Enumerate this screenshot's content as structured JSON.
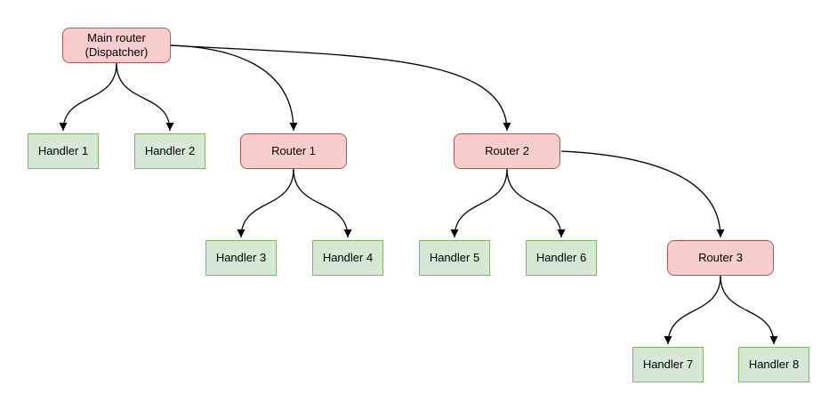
{
  "diagram": {
    "kind": "router-dispatch-tree",
    "colors": {
      "router_fill": "#f8cecc",
      "router_border": "#b85450",
      "handler_fill": "#d5e8d4",
      "handler_border": "#82b366",
      "edge": "#000000",
      "background": "#ffffff",
      "text": "#000000"
    },
    "nodes": {
      "main": {
        "label": "Main router\n(Dispatcher)",
        "type": "router"
      },
      "handler1": {
        "label": "Handler 1",
        "type": "handler"
      },
      "handler2": {
        "label": "Handler 2",
        "type": "handler"
      },
      "router1": {
        "label": "Router 1",
        "type": "router"
      },
      "router2": {
        "label": "Router 2",
        "type": "router"
      },
      "handler3": {
        "label": "Handler 3",
        "type": "handler"
      },
      "handler4": {
        "label": "Handler 4",
        "type": "handler"
      },
      "handler5": {
        "label": "Handler 5",
        "type": "handler"
      },
      "handler6": {
        "label": "Handler 6",
        "type": "handler"
      },
      "router3": {
        "label": "Router 3",
        "type": "router"
      },
      "handler7": {
        "label": "Handler 7",
        "type": "handler"
      },
      "handler8": {
        "label": "Handler 8",
        "type": "handler"
      }
    },
    "edges": [
      {
        "from": "main",
        "to": "handler1"
      },
      {
        "from": "main",
        "to": "handler2"
      },
      {
        "from": "main",
        "to": "router1"
      },
      {
        "from": "main",
        "to": "router2"
      },
      {
        "from": "router1",
        "to": "handler3"
      },
      {
        "from": "router1",
        "to": "handler4"
      },
      {
        "from": "router2",
        "to": "handler5"
      },
      {
        "from": "router2",
        "to": "handler6"
      },
      {
        "from": "router2",
        "to": "router3"
      },
      {
        "from": "router3",
        "to": "handler7"
      },
      {
        "from": "router3",
        "to": "handler8"
      }
    ]
  }
}
